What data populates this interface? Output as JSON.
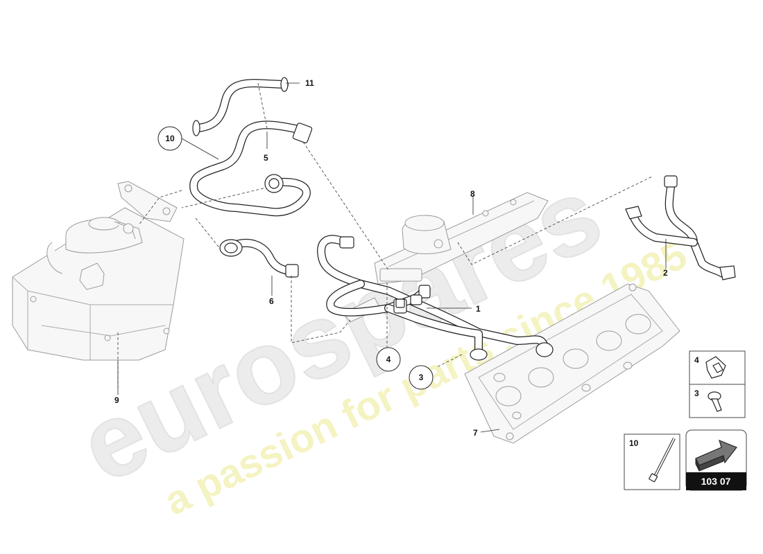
{
  "watermark": {
    "brand": "eurospares",
    "tagline": "a passion for parts since 1985"
  },
  "callouts": {
    "c1": "1",
    "c2": "2",
    "c3": "3",
    "c4": "4",
    "c5": "5",
    "c6": "6",
    "c7": "7",
    "c8": "8",
    "c9": "9",
    "c10": "10",
    "c11": "11"
  },
  "legend": {
    "item4": "4",
    "item3": "3",
    "item10": "10"
  },
  "page_ref": "103 07"
}
